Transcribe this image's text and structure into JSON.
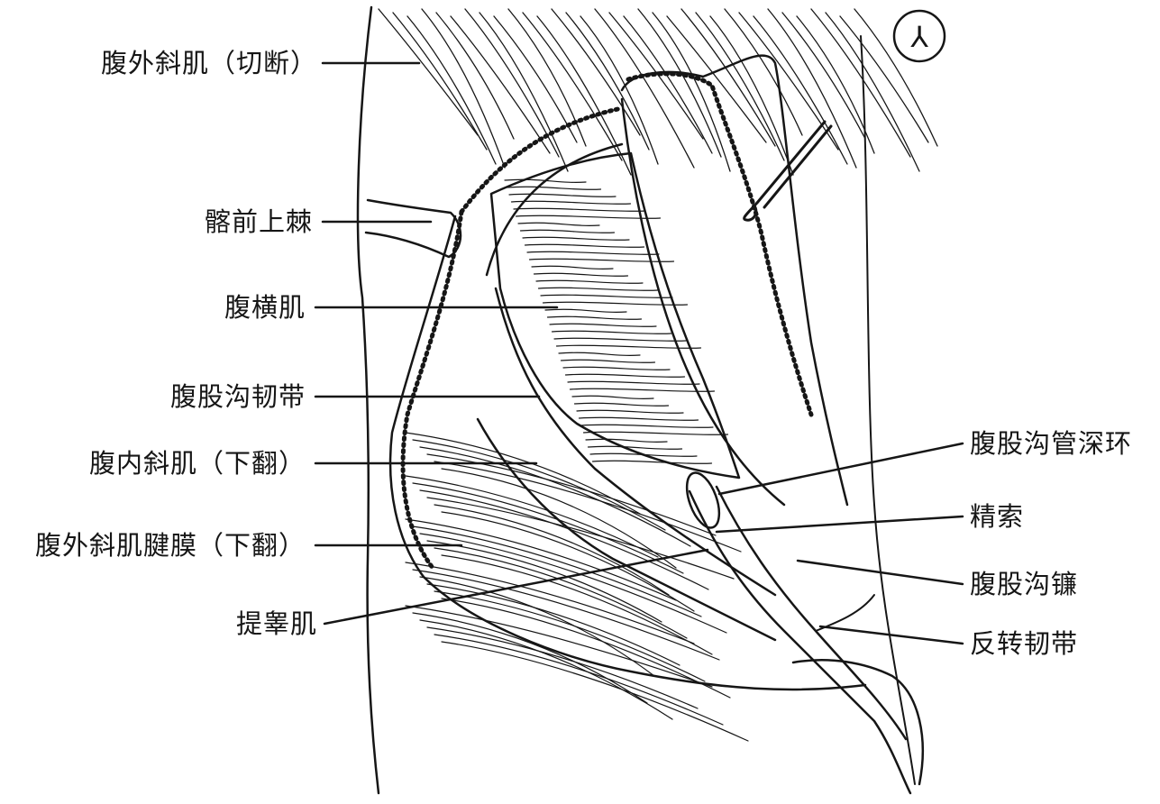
{
  "figure": {
    "badge": "⅄",
    "labels": {
      "external_oblique_cut": "腹外斜肌（切断）",
      "asis": "髂前上棘",
      "transversus": "腹横肌",
      "inguinal_ligament": "腹股沟韧带",
      "internal_oblique": "腹内斜肌（下翻）",
      "external_aponeurosis": "腹外斜肌腱膜（下翻）",
      "cremaster": "提睾肌",
      "deep_ring": "腹股沟管深环",
      "spermatic_cord": "精索",
      "falx": "腹股沟镰",
      "reflected_ligament": "反转韧带"
    }
  },
  "colors": {
    "ink": "#161616",
    "paper": "#ffffff"
  }
}
